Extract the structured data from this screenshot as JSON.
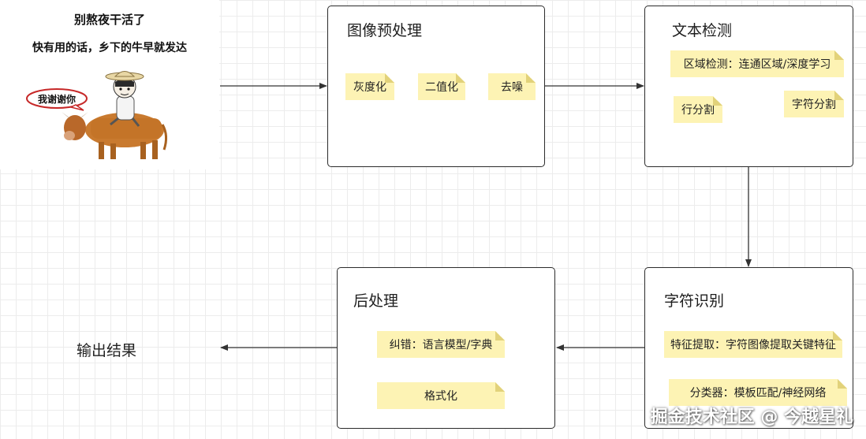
{
  "meme": {
    "line1": "别熬夜干活了",
    "line2": "快有用的话，乡下的牛早就发达",
    "bubble": "我谢谢你"
  },
  "stages": {
    "preprocess": {
      "title": "图像预处理",
      "notes": [
        "灰度化",
        "二值化",
        "去噪"
      ]
    },
    "detection": {
      "title": "文本检测",
      "notes": [
        "区域检测：连通区域/深度学习",
        "行分割",
        "字符分割"
      ]
    },
    "recognition": {
      "title": "字符识别",
      "notes": [
        "特征提取：字符图像提取关键特征",
        "分类器：模板匹配/神经网络"
      ]
    },
    "postprocess": {
      "title": "后处理",
      "notes": [
        "纠错：语言模型/字典",
        "格式化"
      ]
    }
  },
  "output": {
    "label": "输出结果"
  },
  "watermark": "掘金技术社区 @ 今越星礼",
  "colors": {
    "note_bg": "#fdf3b4",
    "box_border": "#2b2b2b",
    "arrow": "#333333"
  }
}
